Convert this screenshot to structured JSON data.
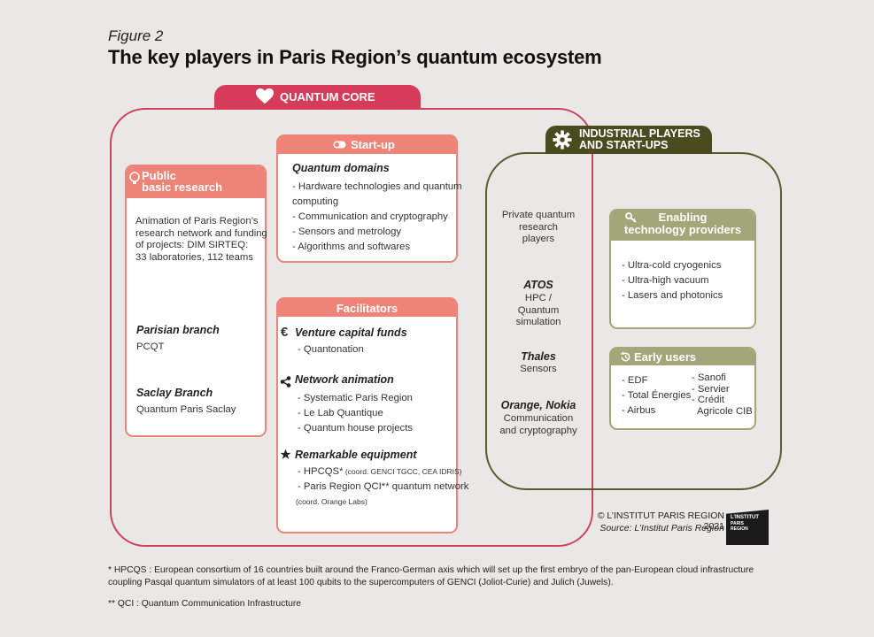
{
  "figure_label": "Figure 2",
  "title": "The key players in Paris Region’s quantum ecosystem",
  "quantum_core": {
    "label": "QUANTUM CORE",
    "public_research": {
      "header_line1": "Public",
      "header_line2": "basic research",
      "desc": [
        "Animation of Paris Region’s",
        "research network and funding",
        "of projects: DIM SIRTEQ:",
        "33 laboratories, 112 teams"
      ],
      "parisian_title": "Parisian branch",
      "parisian_value": "PCQT",
      "saclay_title": "Saclay Branch",
      "saclay_value": "Quantum Paris Saclay"
    },
    "startup": {
      "header": "Start-up",
      "domains_title": "Quantum domains",
      "items": [
        "- Hardware technologies and quantum",
        "computing",
        "- Communication and cryptography",
        "- Sensors and metrology",
        "- Algorithms and softwares"
      ]
    },
    "facilitators": {
      "header": "Facilitators",
      "vc_title": "Venture capital funds",
      "vc_items": [
        "- Quantonation"
      ],
      "network_title": "Network animation",
      "network_items": [
        "- Systematic Paris Region",
        "- Le Lab Quantique",
        "- Quantum house projects"
      ],
      "equip_title": "Remarkable equipment",
      "equip_item1_main": "- HPCQS*",
      "equip_item1_small": " (coord. GENCI  TGCC, CEA IDRIS)",
      "equip_item2": "- Paris Region QCI** quantum network",
      "equip_item2_small": "(coord. Orange Labs)"
    }
  },
  "industrial": {
    "label_line1": "INDUSTRIAL PLAYERS",
    "label_line2": "AND START-UPS",
    "private_players": [
      "Private quantum",
      "research",
      "players"
    ],
    "atos_title": "ATOS",
    "atos_desc": [
      "HPC /",
      "Quantum",
      "simulation"
    ],
    "thales_title": "Thales",
    "thales_desc": "Sensors",
    "orange_title": "Orange, Nokia",
    "orange_desc": [
      "Communication",
      "and cryptography"
    ],
    "enabling": {
      "header_line1": "Enabling",
      "header_line2": "technology providers",
      "items": [
        "- Ultra-cold cryogenics",
        "- Ultra-high vacuum",
        "- Lasers and photonics"
      ]
    },
    "early_users": {
      "header": "Early users",
      "col1": [
        "- EDF",
        "- Total Énergies",
        "- Airbus"
      ],
      "col2": [
        "- Sanofi",
        "- Servier",
        "- Crédit",
        "Agricole CIB"
      ]
    }
  },
  "copyright": "© L’INSTITUT PARIS REGION 2021",
  "source": "Source: L’Institut Paris Region",
  "logo": {
    "line1": "L’INSTITUT",
    "line2": "PARIS",
    "line3": "REGION"
  },
  "footnotes": {
    "hpcqs_line1": "* HPCQS : European consortium of 16 countries built around the Franco-German axis which will set up the first embryo of the pan-European cloud infrastructure",
    "hpcqs_line2": "coupling Pasqal quantum simulators of at least 100 qubits to the supercomputers of GENCI (Joliot-Curie) and Julich (Juwels).",
    "qci": "** QCI : Quantum Communication Infrastructure"
  },
  "colors": {
    "core": "#d63c5a",
    "salmon": "#ee8377",
    "olive_dark": "#4b4b20",
    "olive_light": "#a3a678"
  },
  "icons": [
    "heart-icon",
    "gear-icon",
    "bulb-icon",
    "toggle-icon",
    "euro-icon",
    "share-icon",
    "star-icon",
    "key-icon",
    "history-icon"
  ]
}
